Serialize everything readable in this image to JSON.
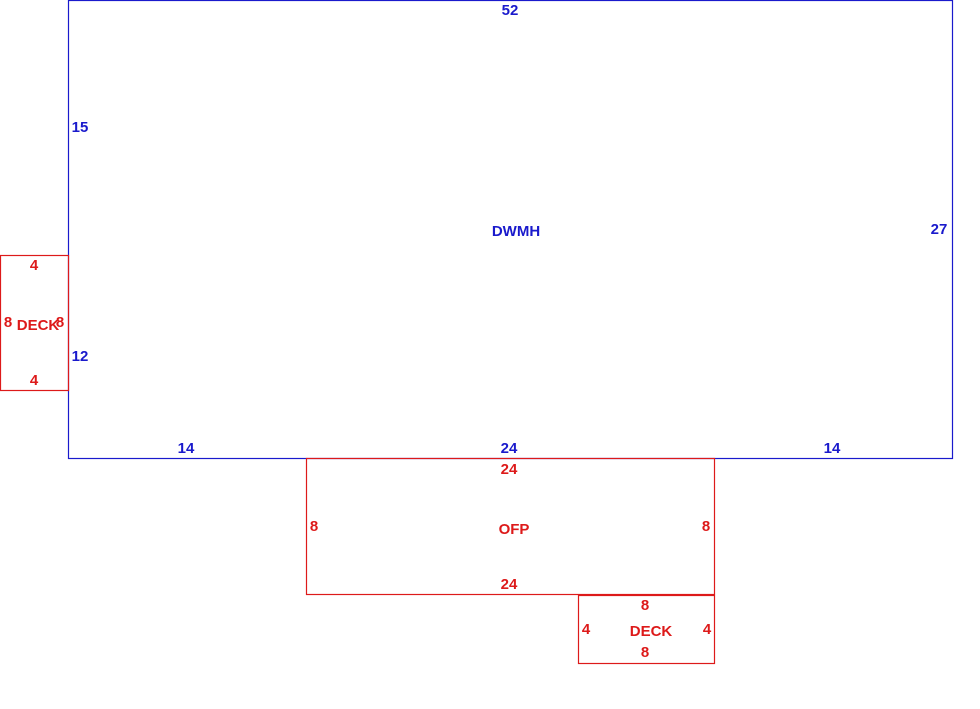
{
  "colors": {
    "main": "#1a1acc",
    "addition": "#dd1a1a",
    "background": "#ffffff"
  },
  "main_structure": {
    "name": "DWMH",
    "top": "52",
    "right": "27",
    "left_upper": "15",
    "left_lower": "12",
    "bottom_left": "14",
    "bottom_center": "24",
    "bottom_right": "14"
  },
  "deck_left": {
    "name": "DECK",
    "top": "4",
    "bottom": "4",
    "left": "8",
    "right": "8"
  },
  "porch": {
    "name": "OFP",
    "top": "24",
    "bottom": "24",
    "left": "8",
    "right": "8"
  },
  "deck_bottom": {
    "name": "DECK",
    "top": "8",
    "bottom": "8",
    "left": "4",
    "right": "4"
  }
}
